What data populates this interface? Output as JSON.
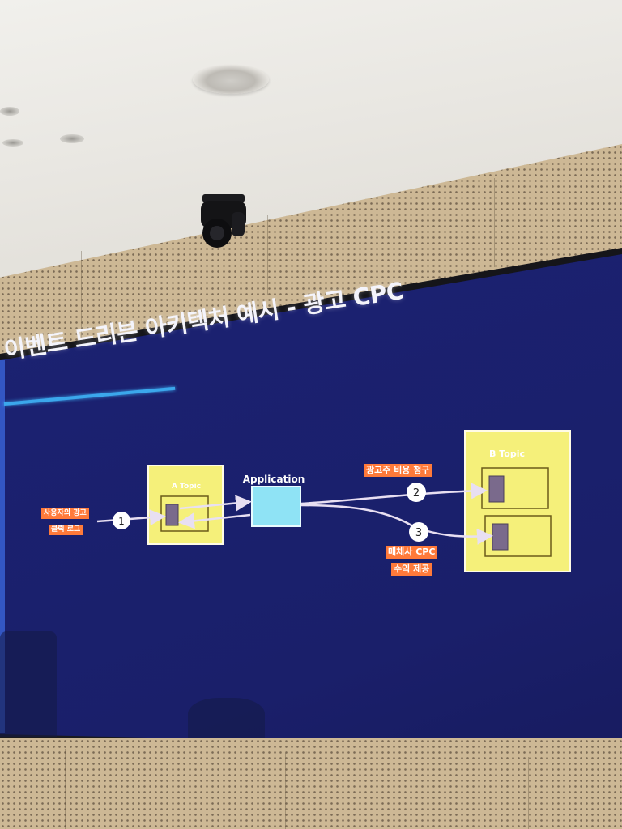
{
  "slide": {
    "title": "이벤트 드리븐 아키텍처 예시 - 광고 CPC",
    "application_label": "Application",
    "topic_a_label": "A Topic",
    "topic_b_label": "B Topic",
    "source_label_line1": "사용자의 광고",
    "source_label_line2": "클릭 로그",
    "billing_label": "광고주 비용 청구",
    "publisher_label_line1": "매체사 CPC",
    "publisher_label_line2": "수익 제공",
    "step1": "1",
    "step2": "2",
    "step3": "3"
  },
  "colors": {
    "screen_bg": "#1b2170",
    "topic_box": "#f5f07a",
    "application_box": "#8fe3f5",
    "label_orange": "#ff7a3a",
    "accent_underline": "#3ba7ec",
    "arrow": "#e8dff2"
  },
  "icons": {
    "ceiling_speaker": "speaker-icon",
    "ptz_camera": "camera-icon"
  }
}
